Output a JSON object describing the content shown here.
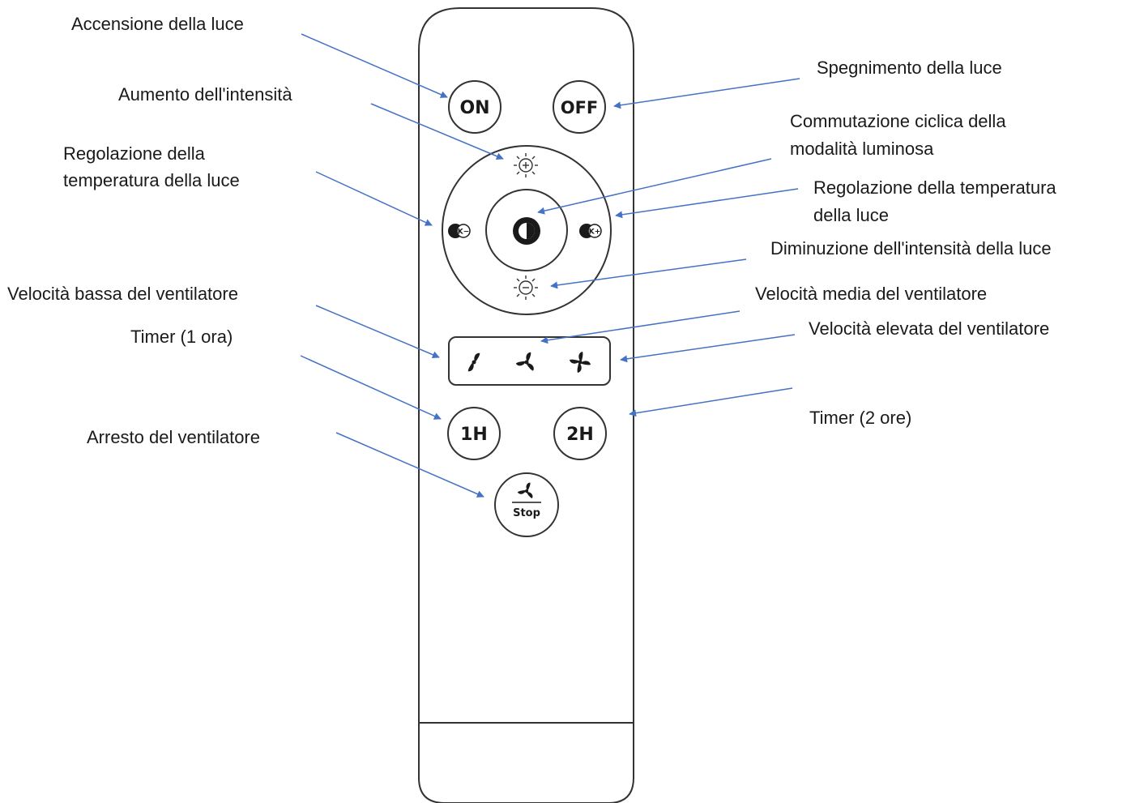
{
  "labels": {
    "accensione": "Accensione della luce",
    "aumento": "Aumento dell'intensità",
    "regolazione_left_1": "Regolazione della",
    "regolazione_left_2": "temperatura della luce",
    "vel_bassa": "Velocità bassa del ventilatore",
    "timer1": "Timer (1 ora)",
    "arresto": "Arresto del ventilatore",
    "spegnimento": "Spegnimento della luce",
    "commutazione_1": "Commutazione ciclica della",
    "commutazione_2": "modalità luminosa",
    "regolazione_right_1": "Regolazione della temperatura",
    "regolazione_right_2": "della luce",
    "diminuzione": "Diminuzione dell'intensità della luce",
    "vel_media": "Velocità media del ventilatore",
    "vel_elevata": "Velocità elevata del ventilatore",
    "timer2": "Timer (2 ore)"
  },
  "buttons": {
    "on": "ON",
    "off": "OFF",
    "timer_1h": "1H",
    "timer_2h": "2H",
    "stop": "Stop",
    "temp_minus": "K−",
    "temp_plus": "K+"
  },
  "colors": {
    "arrow": "#4472c4",
    "outline": "#333333"
  }
}
